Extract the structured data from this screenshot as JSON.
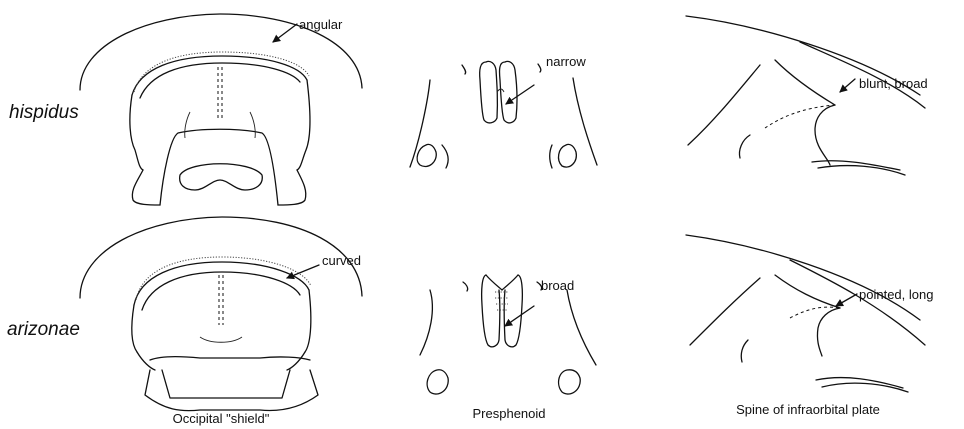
{
  "species": {
    "hispidus": "hispidus",
    "arizonae": "arizonae"
  },
  "annotations": {
    "hispidus_occipital": "angular",
    "arizonae_occipital": "curved",
    "hispidus_presphenoid": "narrow",
    "arizonae_presphenoid": "broad",
    "hispidus_spine": "blunt, broad",
    "arizonae_spine": "pointed, long"
  },
  "captions": {
    "occipital": "Occipital \"shield\"",
    "presphenoid": "Presphenoid",
    "spine": "Spine of infraorbital plate"
  }
}
